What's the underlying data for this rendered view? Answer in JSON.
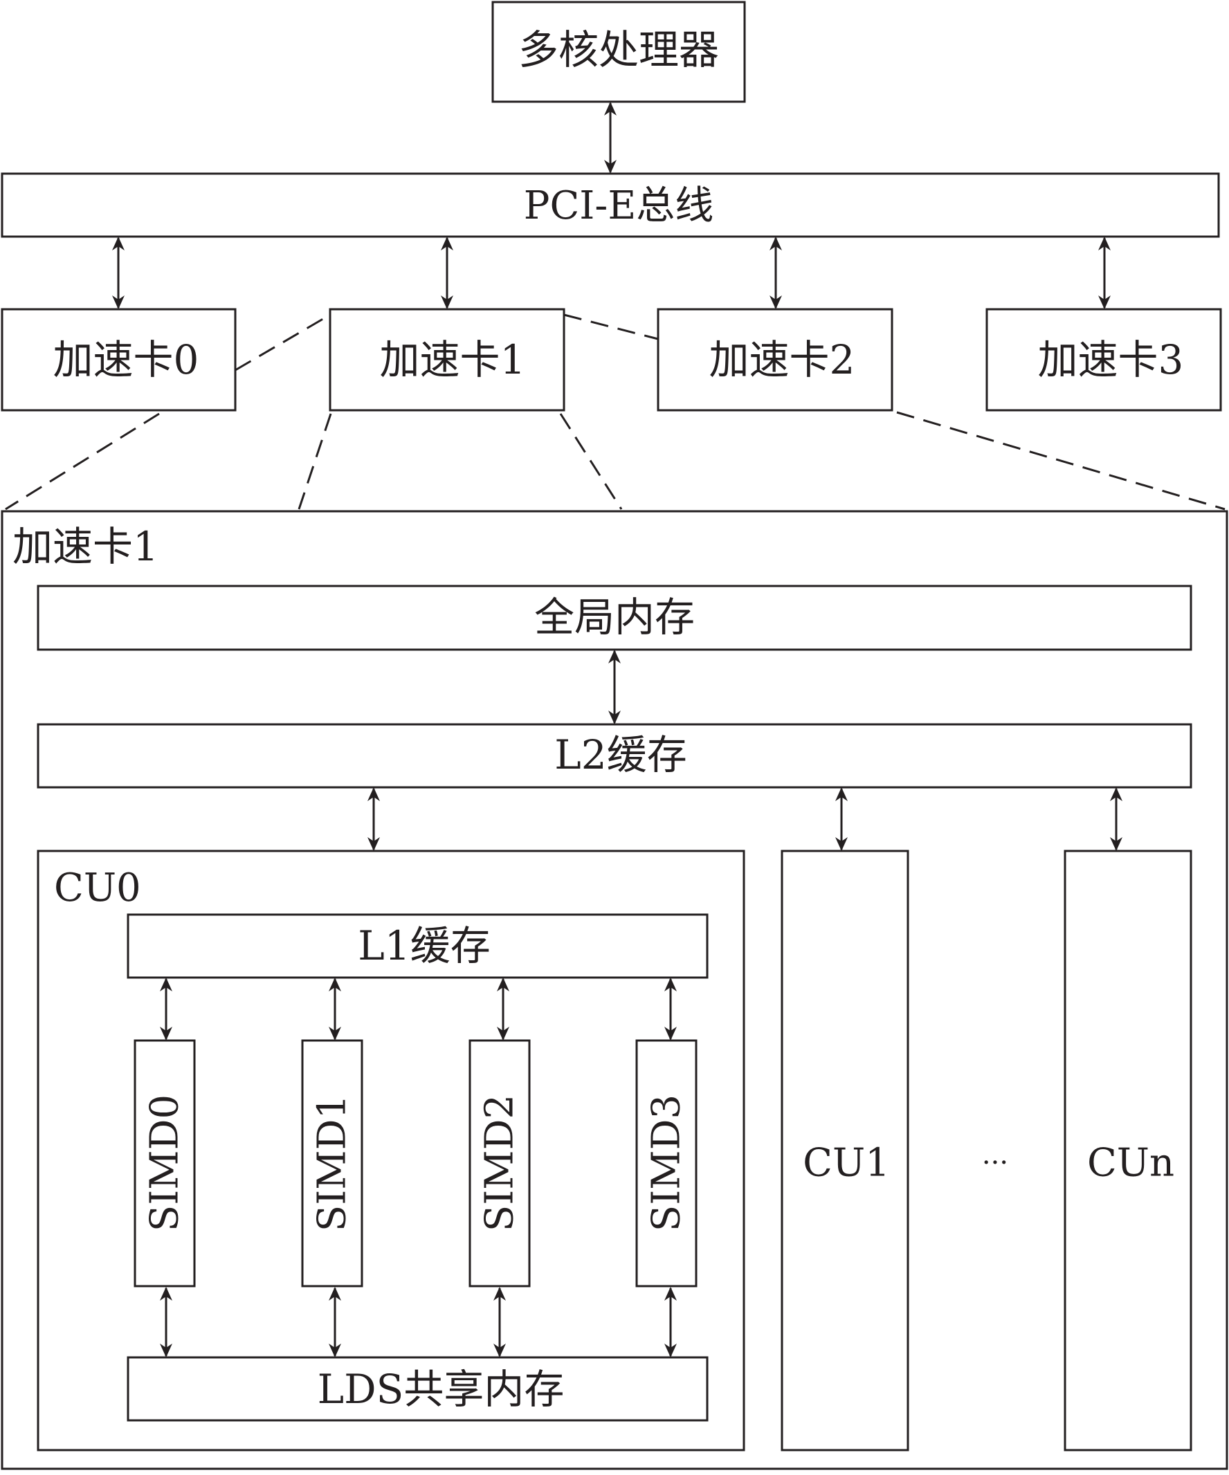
{
  "nodes": {
    "cpu": "多核处理器",
    "pcie_bus": "PCI-E总线",
    "accelerator_cards": [
      "加速卡0",
      "加速卡1",
      "加速卡2",
      "加速卡3"
    ],
    "detail_title": "加速卡1",
    "global_memory": "全局内存",
    "l2_cache": "L2缓存",
    "cu0": "CU0",
    "l1_cache": "L1缓存",
    "simd_units": [
      "SIMD0",
      "SIMD1",
      "SIMD2",
      "SIMD3"
    ],
    "lds_memory": "LDS共享内存",
    "cu1": "CU1",
    "ellipsis": "···",
    "cun": "CUn"
  }
}
